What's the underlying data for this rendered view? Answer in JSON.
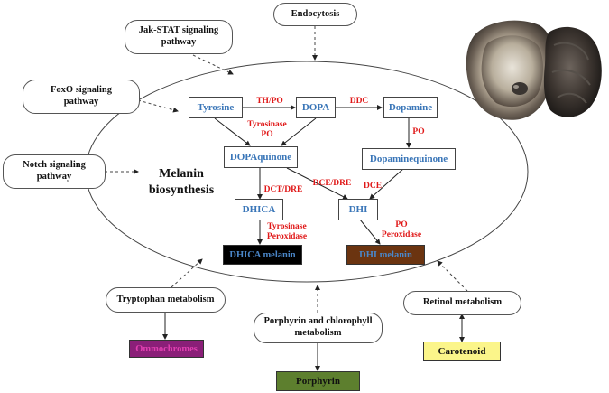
{
  "colors": {
    "metabolite_text": "#3a76b8",
    "enzyme_text": "#e01818",
    "dhica_melanin_bg": "#000000",
    "dhi_melanin_bg": "#6b3410",
    "ommochromes_bg": "#8a1f78",
    "porphyrin_bg": "#5d7f2e",
    "carotenoid_bg": "#fbf58a"
  },
  "pathways": {
    "endocytosis": "Endocytosis",
    "jak_stat_1": "Jak-STAT signaling",
    "jak_stat_2": "pathway",
    "foxo_1": "FoxO signaling",
    "foxo_2": "pathway",
    "notch_1": "Notch signaling",
    "notch_2": "pathway",
    "tryptophan": "Tryptophan metabolism",
    "porphyrin_chl_1": "Porphyrin and chlorophyll",
    "porphyrin_chl_2": "metabolism",
    "retinol": "Retinol metabolism"
  },
  "center": {
    "title_1": "Melanin",
    "title_2": "biosynthesis"
  },
  "metabolites": {
    "tyrosine": "Tyrosine",
    "dopa": "DOPA",
    "dopamine": "Dopamine",
    "dopaquinone": "DOPAquinone",
    "dopaminequinone": "Dopaminequinone",
    "dhica": "DHICA",
    "dhi": "DHI"
  },
  "enzymes": {
    "th_po": "TH/PO",
    "ddc": "DDC",
    "tyrosinase": "Tyrosinase",
    "po": "PO",
    "po2": "PO",
    "dct_dre": "DCT/DRE",
    "dce_dre": "DCE/DRE",
    "dce": "DCE",
    "tyrosinase2": "Tyrosinase",
    "peroxidase": "Peroxidase",
    "po3": "PO",
    "peroxidase2": "Peroxidase"
  },
  "products": {
    "dhica_melanin": "DHICA melanin",
    "dhi_melanin": "DHI melanin",
    "ommochromes": "Ommochromes",
    "porphyrin": "Porphyrin",
    "carotenoid": "Carotenoid"
  }
}
